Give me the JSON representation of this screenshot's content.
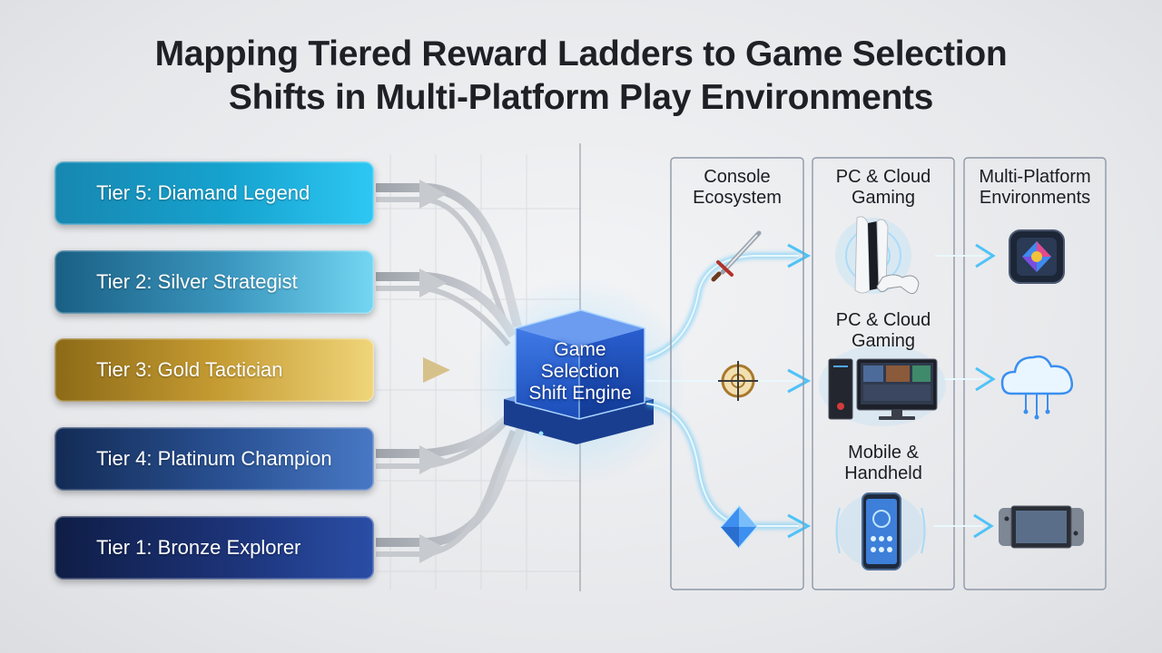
{
  "title": {
    "line1": "Mapping Tiered Reward Ladders to Game Selection",
    "line2": "Shifts in Multi-Platform Play Environments"
  },
  "tiers": [
    {
      "label": "Tier 5: Diamand Legend",
      "gem_color": "#bfeaff"
    },
    {
      "label": "Tier 2: Silver Strategist",
      "gem_color": "#d9dde3"
    },
    {
      "label": "Tier 3: Gold Tactician",
      "gem_color": "#f2cf55"
    },
    {
      "label": "Tier 4: Platinum Champion",
      "gem_color": "#e8ecf2"
    },
    {
      "label": "Tier 1: Bronze Explorer",
      "gem_color": "#c9804a"
    }
  ],
  "engine": {
    "line1": "Game",
    "line2": "Selection",
    "line3": "Shift Engine",
    "color": "#2d6de0"
  },
  "columns": {
    "console": {
      "line1": "Console",
      "line2": "Ecosystem"
    },
    "pc": {
      "line1": "PC & Cloud",
      "line2": "Gaming"
    },
    "multi": {
      "line1": "Multi-Platform",
      "line2": "Environments"
    }
  },
  "devices": {
    "pc_label": {
      "line1": "PC & Cloud",
      "line2": "Gaming"
    },
    "mobile_label": {
      "line1": "Mobile &",
      "line2": "Handheld"
    }
  },
  "icons": {
    "row1_game": "sword-icon",
    "row2_game": "crosshair-icon",
    "row3_game": "crystal-icon",
    "row1_device": "console-icon",
    "row2_device": "desktop-pc-icon",
    "row3_device": "smartphone-icon",
    "row1_platform": "multi-platform-app-icon",
    "row2_platform": "cloud-icon",
    "row3_platform": "handheld-console-icon"
  },
  "colors": {
    "flow_glow": "#4fc3f7",
    "flow_core": "#e9f8ff",
    "panel_border": "#8e98a8"
  }
}
